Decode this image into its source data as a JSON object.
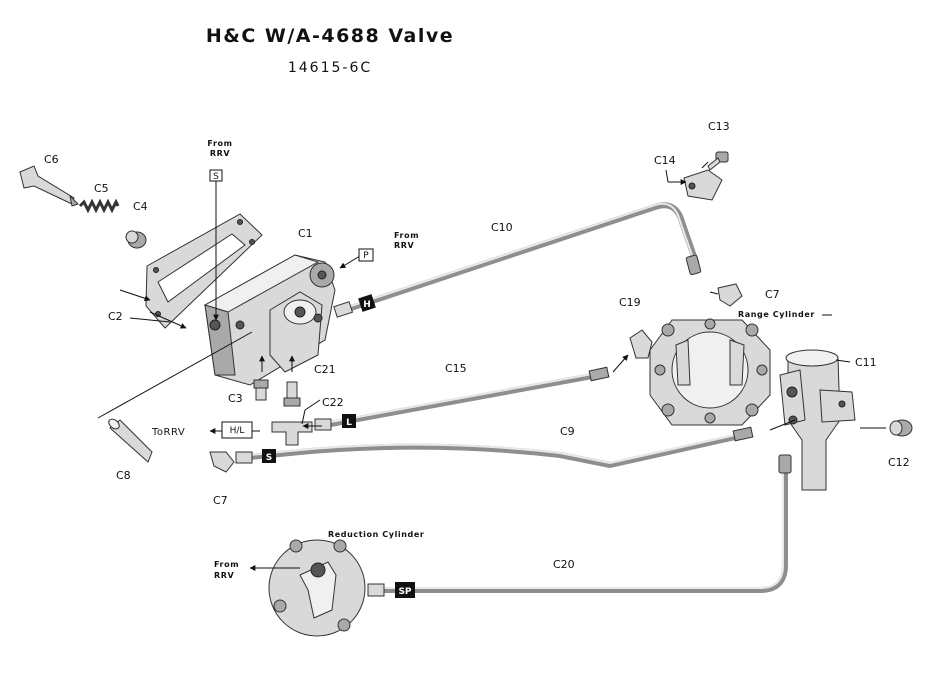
{
  "title": "H&C W/A-4688 Valve",
  "subtitle": "14615-6C",
  "notes": {
    "from_rrv_top": [
      "From",
      "RRV"
    ],
    "from_rrv_right": [
      "From",
      "RRV"
    ],
    "from_rrv_bottom": [
      "From",
      "RRV"
    ],
    "to_rrv": "ToRRV",
    "range_cylinder": "Range Cylinder",
    "reduction_cylinder": "Reduction Cylinder"
  },
  "port_boxes": {
    "s_box": "S",
    "p_box": "P",
    "hl_box": "H/L"
  },
  "hose_tags": {
    "h": "H",
    "l": "L",
    "s": "S",
    "sp": "SP"
  },
  "parts": {
    "c1": "C1",
    "c2": "C2",
    "c3": "C3",
    "c4": "C4",
    "c5": "C5",
    "c6": "C6",
    "c7a": "C7",
    "c7b": "C7",
    "c8": "C8",
    "c9": "C9",
    "c10": "C10",
    "c11": "C11",
    "c12": "C12",
    "c13": "C13",
    "c14": "C14",
    "c15": "C15",
    "c19": "C19",
    "c20": "C20",
    "c21": "C21",
    "c22": "C22"
  }
}
